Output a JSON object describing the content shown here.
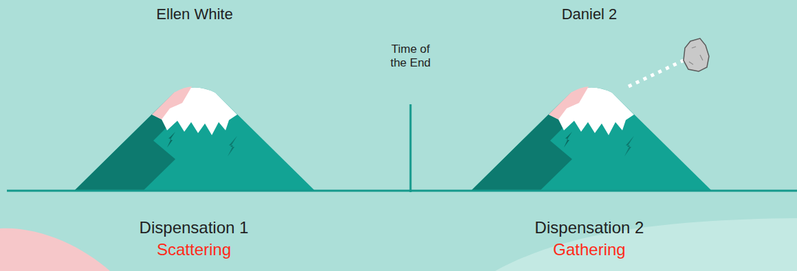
{
  "diagram": {
    "labels": [
      "Ellen White",
      "Daniel 2",
      "Time of the End",
      "Dispensation 1",
      "Scattering",
      "Dispensation 2",
      "Gathering"
    ]
  }
}
